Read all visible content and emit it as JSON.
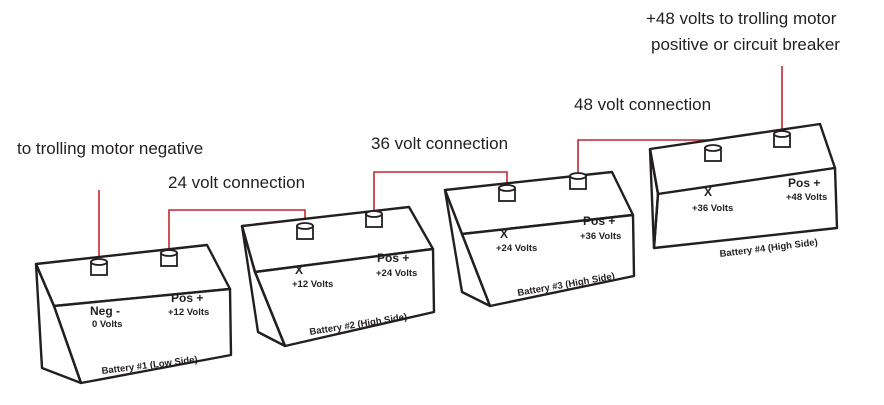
{
  "annotations": {
    "top_right": [
      "+48 volts to trolling motor",
      "positive or circuit breaker"
    ],
    "conn_48": "48 volt connection",
    "conn_36": "36 volt connection",
    "conn_24": "24 volt connection",
    "negative": "to trolling motor negative"
  },
  "batteries": [
    {
      "left_title": "Neg -",
      "left_volts": "0 Volts",
      "right_title": "Pos +",
      "right_volts": "+12 Volts",
      "name": "Battery #1 (Low Side)"
    },
    {
      "left_title": "X",
      "left_volts": "+12 Volts",
      "right_title": "Pos +",
      "right_volts": "+24 Volts",
      "name": "Battery #2 (High Side)"
    },
    {
      "left_title": "X",
      "left_volts": "+24 Volts",
      "right_title": "Pos +",
      "right_volts": "+36 Volts",
      "name": "Battery #3 (High Side)"
    },
    {
      "left_title": "X",
      "left_volts": "+36 Volts",
      "right_title": "Pos +",
      "right_volts": "+48 Volts",
      "name": "Battery #4 (High Side)"
    }
  ],
  "colors": {
    "wire": "#c1272d",
    "outline": "#231f20"
  }
}
